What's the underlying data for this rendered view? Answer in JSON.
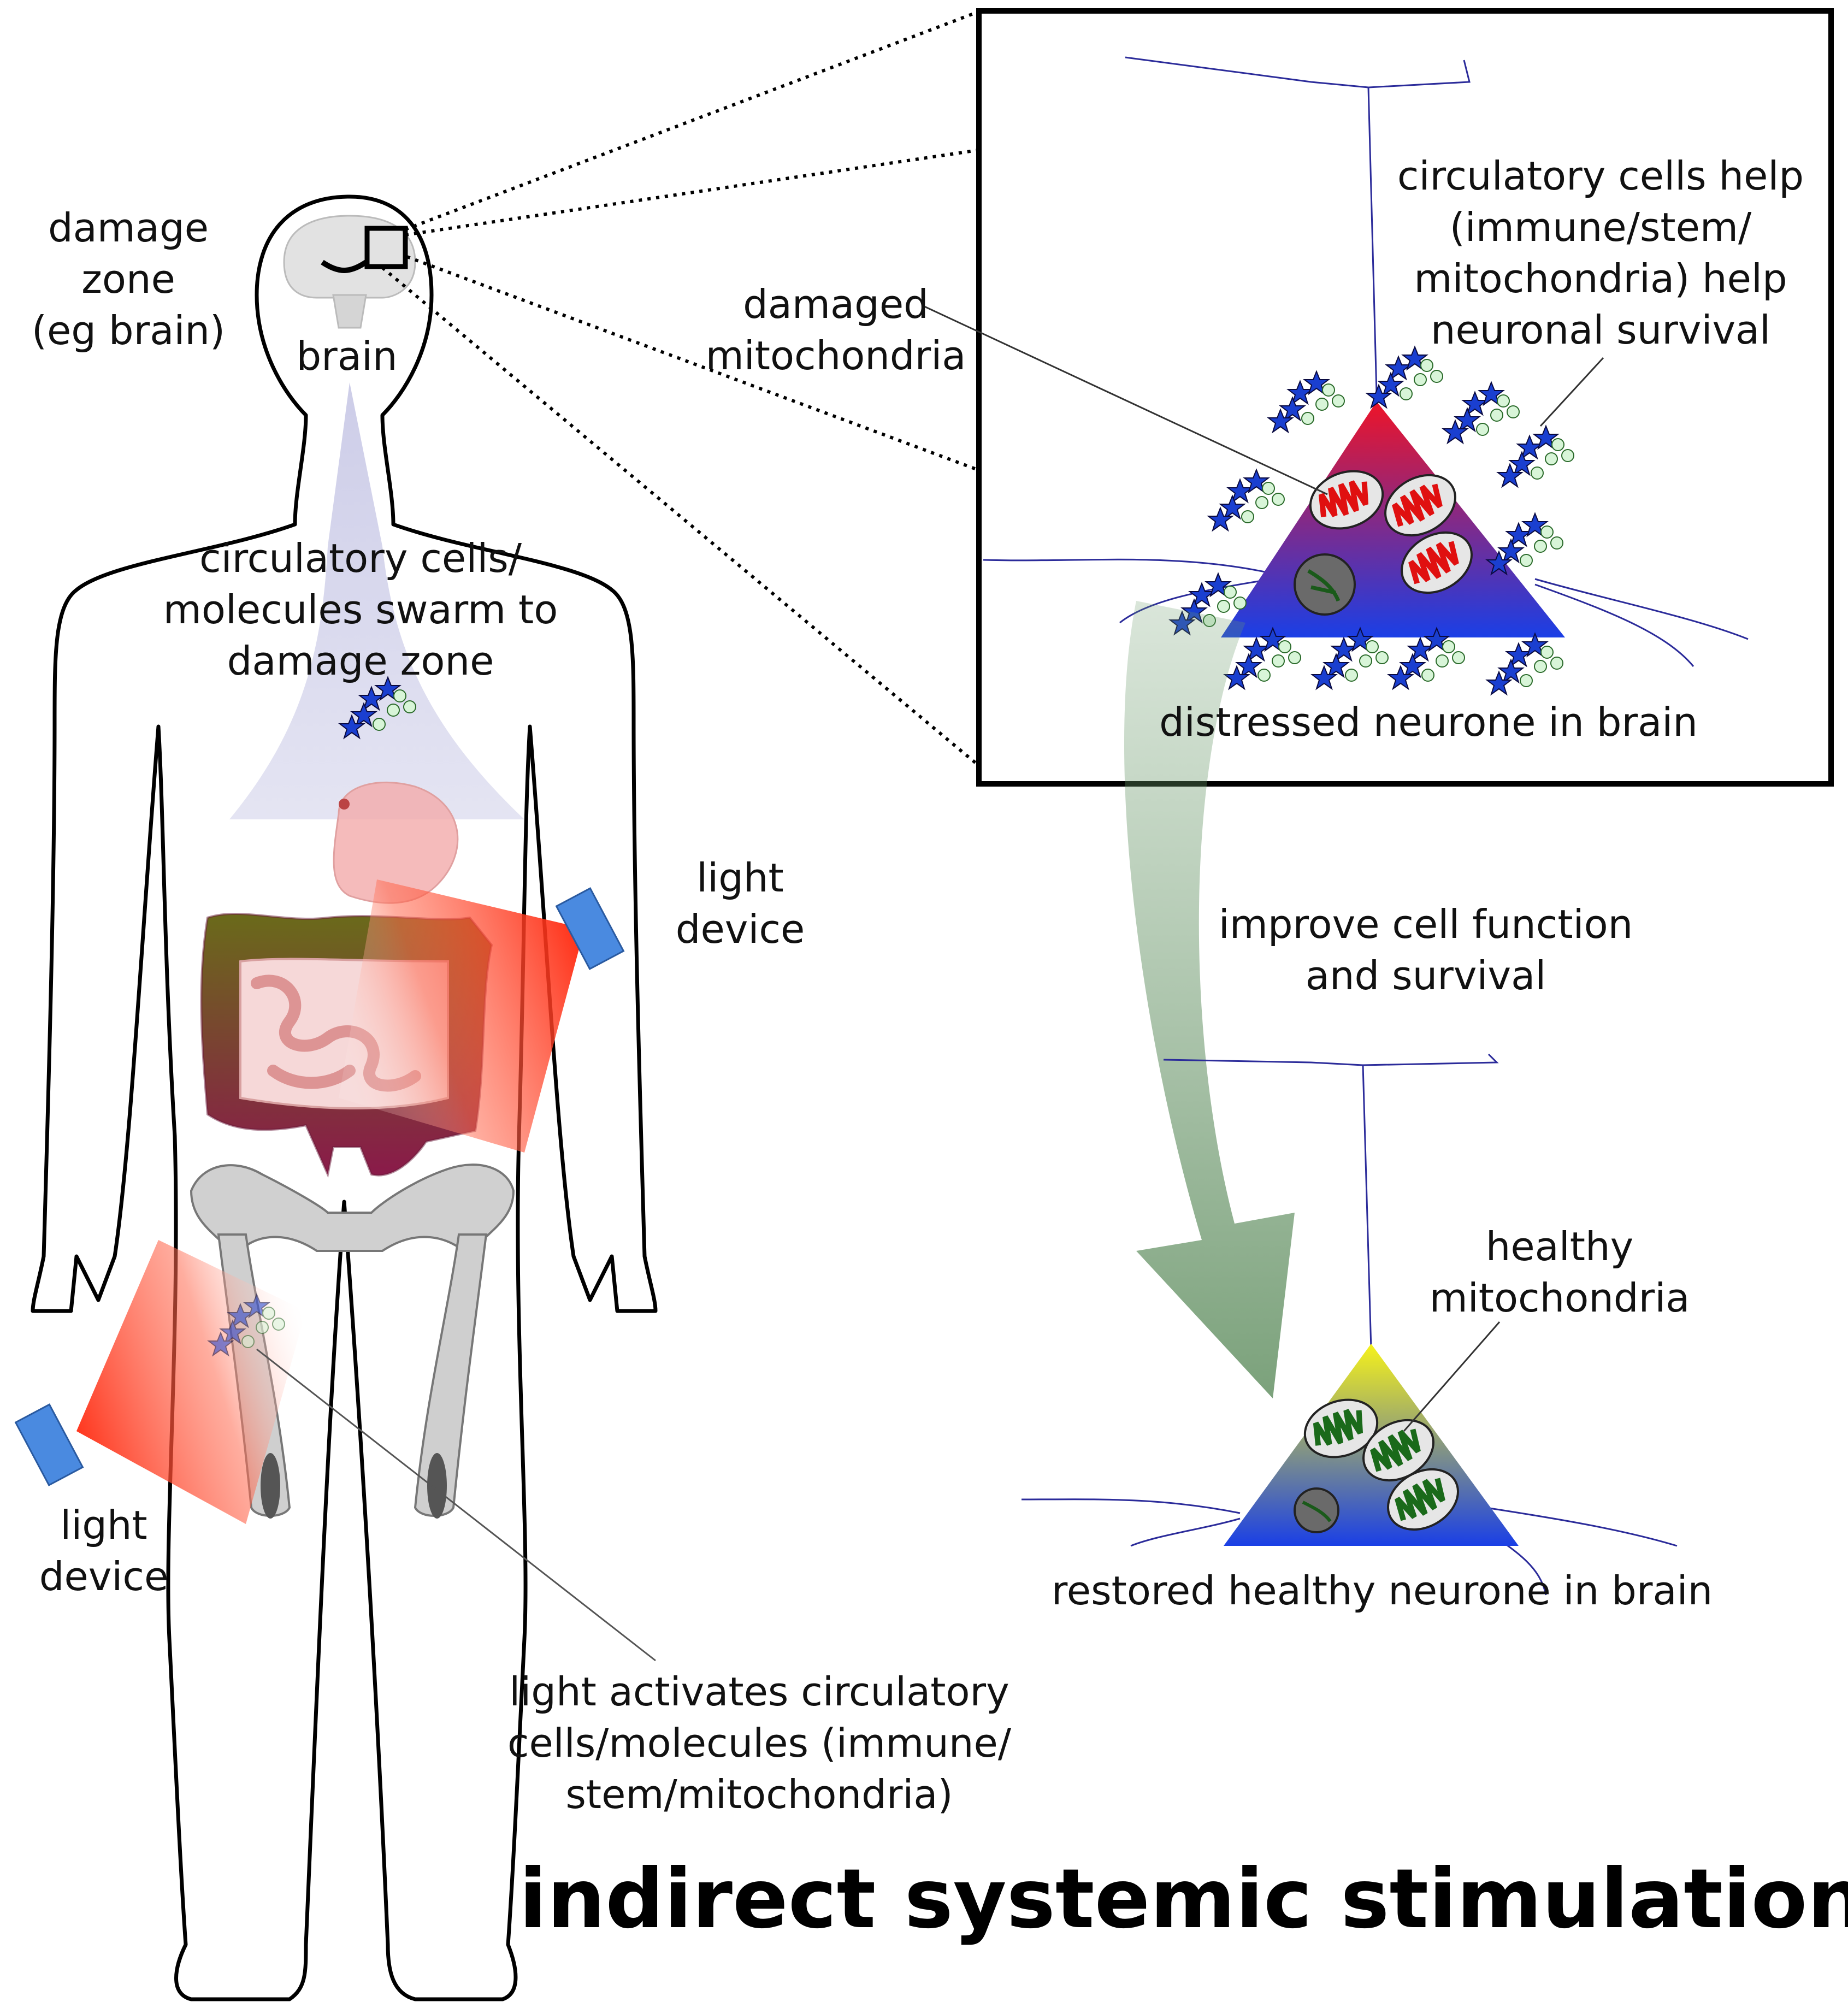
{
  "labels": {
    "damage_zone": "damage zone\n(eg brain)",
    "brain": "brain",
    "swarm": "circulatory cells/\nmolecules swarm to\ndamage zone",
    "light_device_right": "light\ndevice",
    "light_device_left": "light\ndevice",
    "light_activates": "light activates circulatory\ncells/molecules (immune/\nstem/mitochondria)",
    "damaged_mito": "damaged\nmitochondria",
    "circ_help": "circulatory cells help\n(immune/stem/\nmitochondria) help\nneuronal survival",
    "distressed": "distressed neurone in brain",
    "improve": "improve cell function\nand survival",
    "healthy_mito": "healthy\nmitochondria",
    "restored": "restored healthy neurone in brain"
  },
  "title": "indirect systemic stimulation",
  "colors": {
    "outline": "#000000",
    "neurite": "#2b2b9a",
    "neurone_top_distressed": "#e8182a",
    "neurone_base": "#1a3fe0",
    "neurone_top_healthy": "#f2ee1a",
    "mito_damaged": "#e01010",
    "mito_healthy": "#1a6a1a",
    "star_cell": "#1a3fd0",
    "light_red": "#ff2a10",
    "device_blue": "#4a8ae0",
    "swarm_arrow": "#b8b8dc",
    "improve_arrow": "#5a8a5a",
    "colon": "#8a1a4a",
    "stomach": "#f0a0a0",
    "bone": "#bdbdbd"
  },
  "icons": {
    "cell_cluster": "star-and-circle-cluster-icon",
    "mitochondrion": "mitochondrion-icon",
    "nucleus": "nucleus-icon",
    "light_device": "rectangle-device-icon"
  }
}
